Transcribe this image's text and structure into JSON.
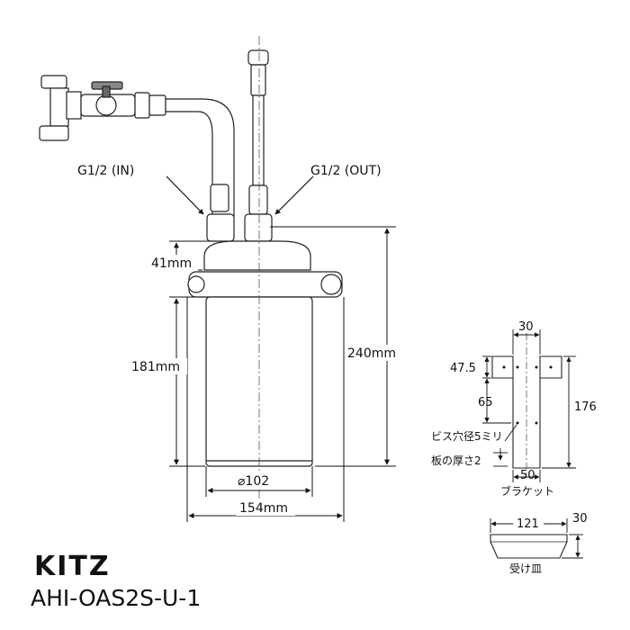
{
  "labels": {
    "inlet": "G1/2 (IN)",
    "outlet": "G1/2 (OUT)",
    "dim_cap": "41mm",
    "dim_body": "181mm",
    "dim_total": "240mm",
    "dim_inner_dia": "⌀102",
    "dim_width": "154mm"
  },
  "bracket": {
    "dim_top_width": "30",
    "dim_upper": "47.5",
    "dim_middle": "65",
    "dim_height": "176",
    "hole_note": "ビス穴径5ミリ",
    "thickness_note": "板の厚さ2",
    "dim_bottom_width": "50",
    "caption": "ブラケット"
  },
  "tray": {
    "dim_width": "121",
    "dim_height": "30",
    "caption": "受け皿"
  },
  "brand": "KITZ",
  "model": "AHI-OAS2S-U-1"
}
